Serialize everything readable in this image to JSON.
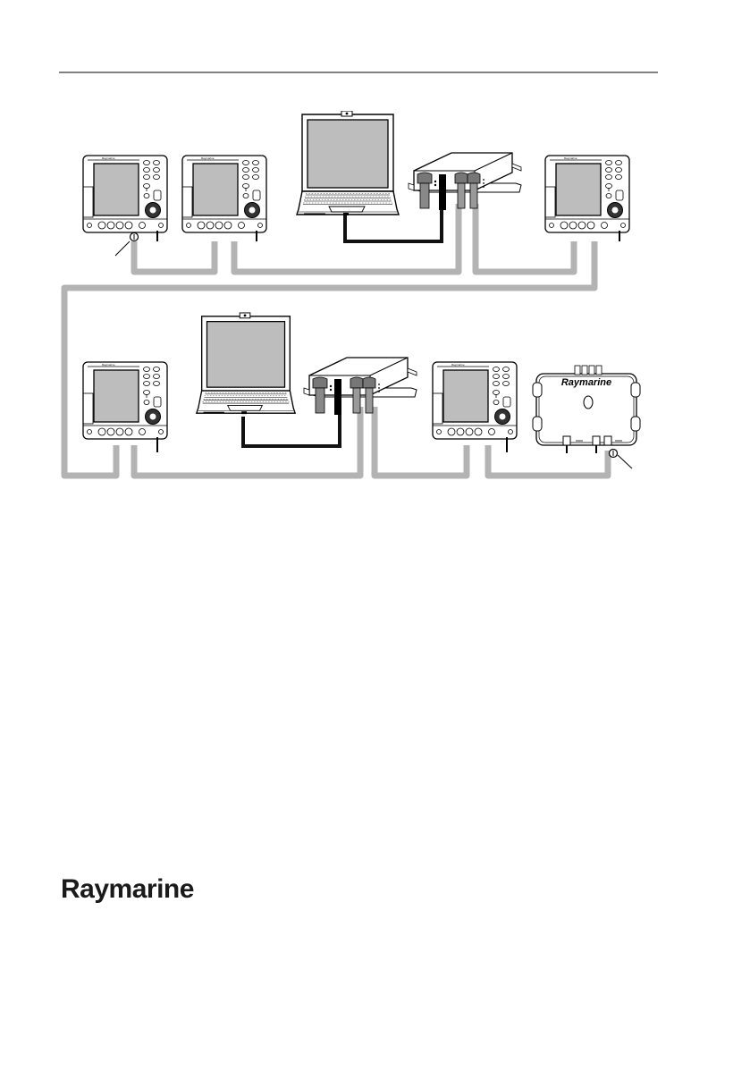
{
  "brand": {
    "logo_text": "Raymarine",
    "unit_logo_text": "Raymarine",
    "device_logo_text": "Raymarine"
  },
  "colors": {
    "cable": "#b3b3b3",
    "pc_cable": "#111111",
    "line": "#000000",
    "screen": "#bdbdbd"
  }
}
